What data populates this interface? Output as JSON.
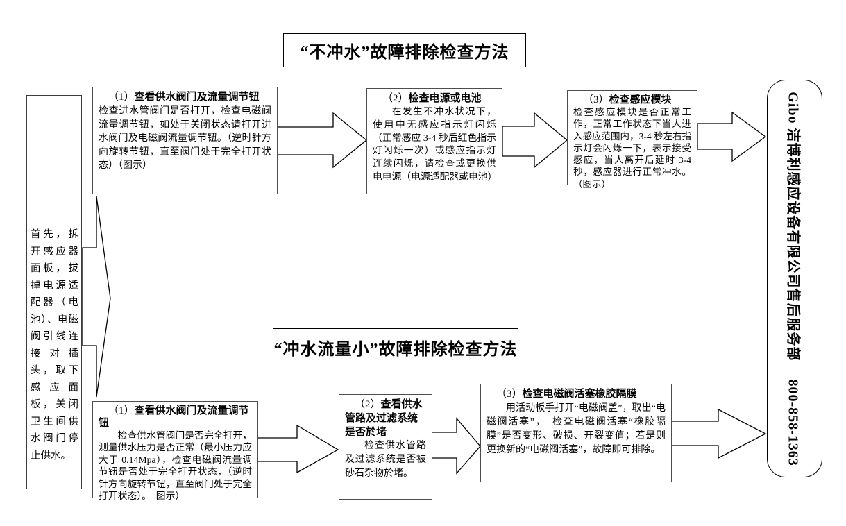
{
  "preparation_note": "首先，拆开感应器面板，拔掉电源适配器（电池）、电磁阀引线连接对插头，取下感应面板，关闭卫生间供水阀门停止供水。",
  "flow_no_flush": {
    "title": "“不冲水”故障排除检查方法",
    "steps": [
      {
        "num": "（1）",
        "title": "查看供水阀门及流量调节钮",
        "body": "检查进水管阀门是否打开，检查电磁阀流量调节钮，如处于关闭状态请打开进水阀门及电磁阀流量调节钮。（逆时针方向旋转节钮，直至阀门处于完全打开状态）（图示）"
      },
      {
        "num": "（2）",
        "title": "检查电源或电池",
        "body": "在发生不冲水状况下，使用中无感应指示灯闪烁（正常感应 3-4 秒后红色指示灯闪烁一次）或感应指示灯连续闪烁，请检查或更换供电电源（电源适配器或电池）"
      },
      {
        "num": "（3）",
        "title": "检查感应模块",
        "body": "检查感应模块是否正常工作，正常工作状态下当人进入感应范围内，3-4 秒左右指示灯会闪烁一下，表示接受感应，当人离开后延时 3-4 秒，感应器进行正常冲水。（图示）"
      }
    ]
  },
  "flow_low_flow": {
    "title": "“冲水流量小”故障排除检查方法",
    "steps": [
      {
        "num": "（1）",
        "title": "查看供水阀门及流量调节钮",
        "body": "检查供水管阀门是否完全打开，测量供水压力是否正常（最小压力应大于 0.14Mpa），检查电磁阀流量调节钮是否处于完全打开状态，（逆时针方向旋转节钮，直至阀门处于完全打开状态）。　图示）"
      },
      {
        "num": "（2）",
        "title": "查看供水管路及过滤系统是否於堵",
        "body": "检查供水管路及过滤系统是否被砂石杂物於堵。"
      },
      {
        "num": "（3）",
        "title": "检查电磁阀活塞橡胶隔膜",
        "body": "用活动板手打开“电磁阀盖”，取出“电磁阀活塞”，　检查电磁阀活塞“橡胶隔膜”是否变形、破损、开裂变值；若是则更换新的“电磁阀活塞”，故障即可排除。"
      }
    ]
  },
  "service": {
    "company": "Gibo 洁博利感应设备有限公司售后服务部",
    "phone": "800-858-1363"
  },
  "colors": {
    "background": "#ffffff",
    "line": "#000000",
    "box_border": "#4d4d4d"
  }
}
